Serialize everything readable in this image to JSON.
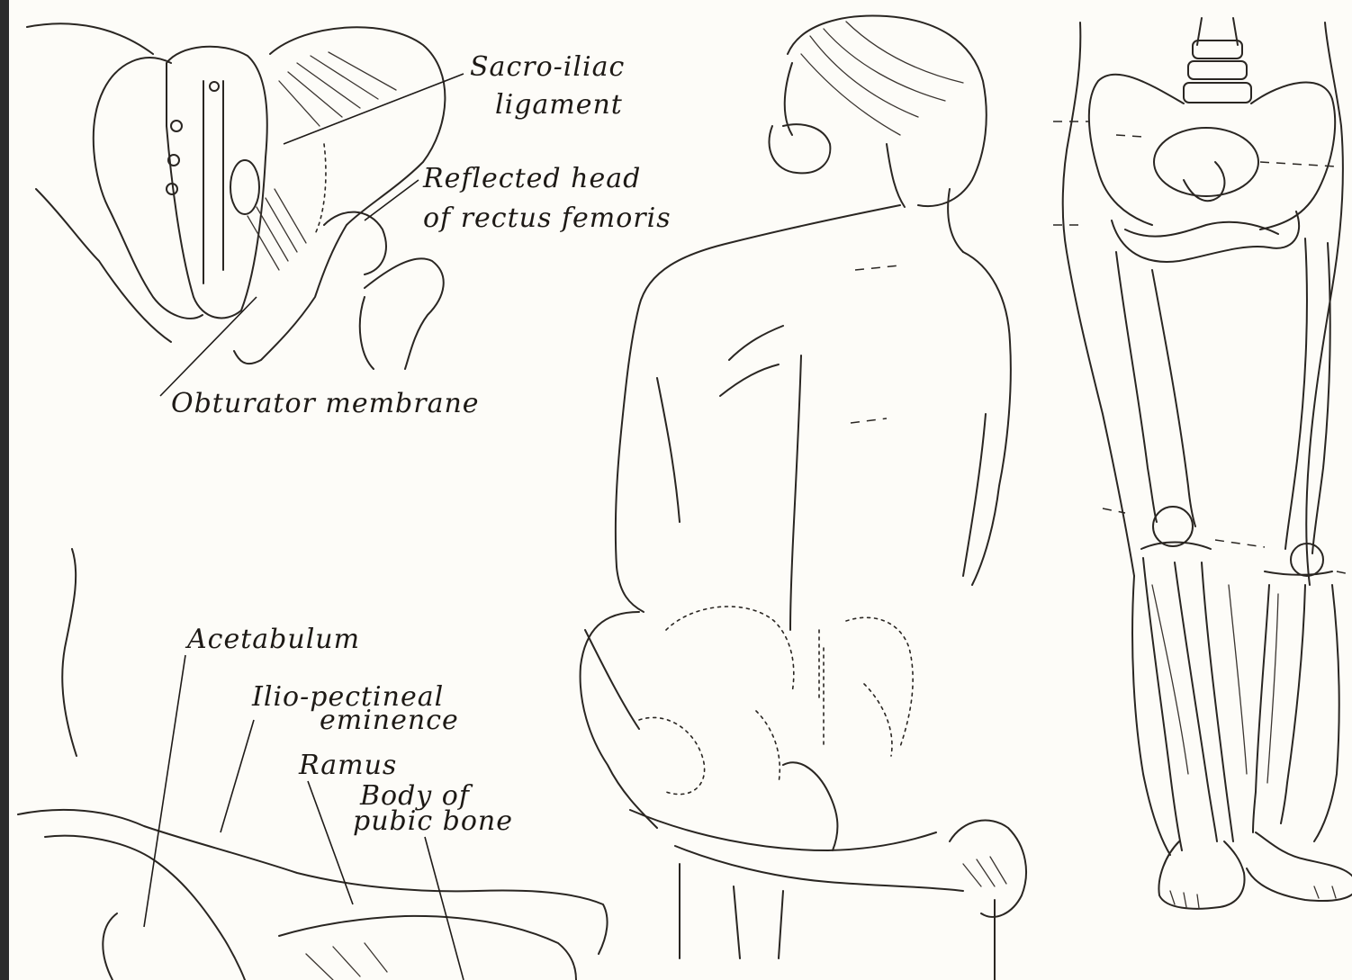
{
  "labels": {
    "sacro_iliac": [
      "Sacro-iliac",
      "ligament"
    ],
    "reflected_head": [
      "Reflected head",
      "of rectus femoris"
    ],
    "obturator": "Obturator membrane",
    "acetabulum": "Acetabulum",
    "ilio_pectineal": [
      "Ilio-pectineal",
      "eminence"
    ],
    "ramus": "Ramus",
    "body_pubic": [
      "Body of",
      "pubic bone"
    ]
  }
}
